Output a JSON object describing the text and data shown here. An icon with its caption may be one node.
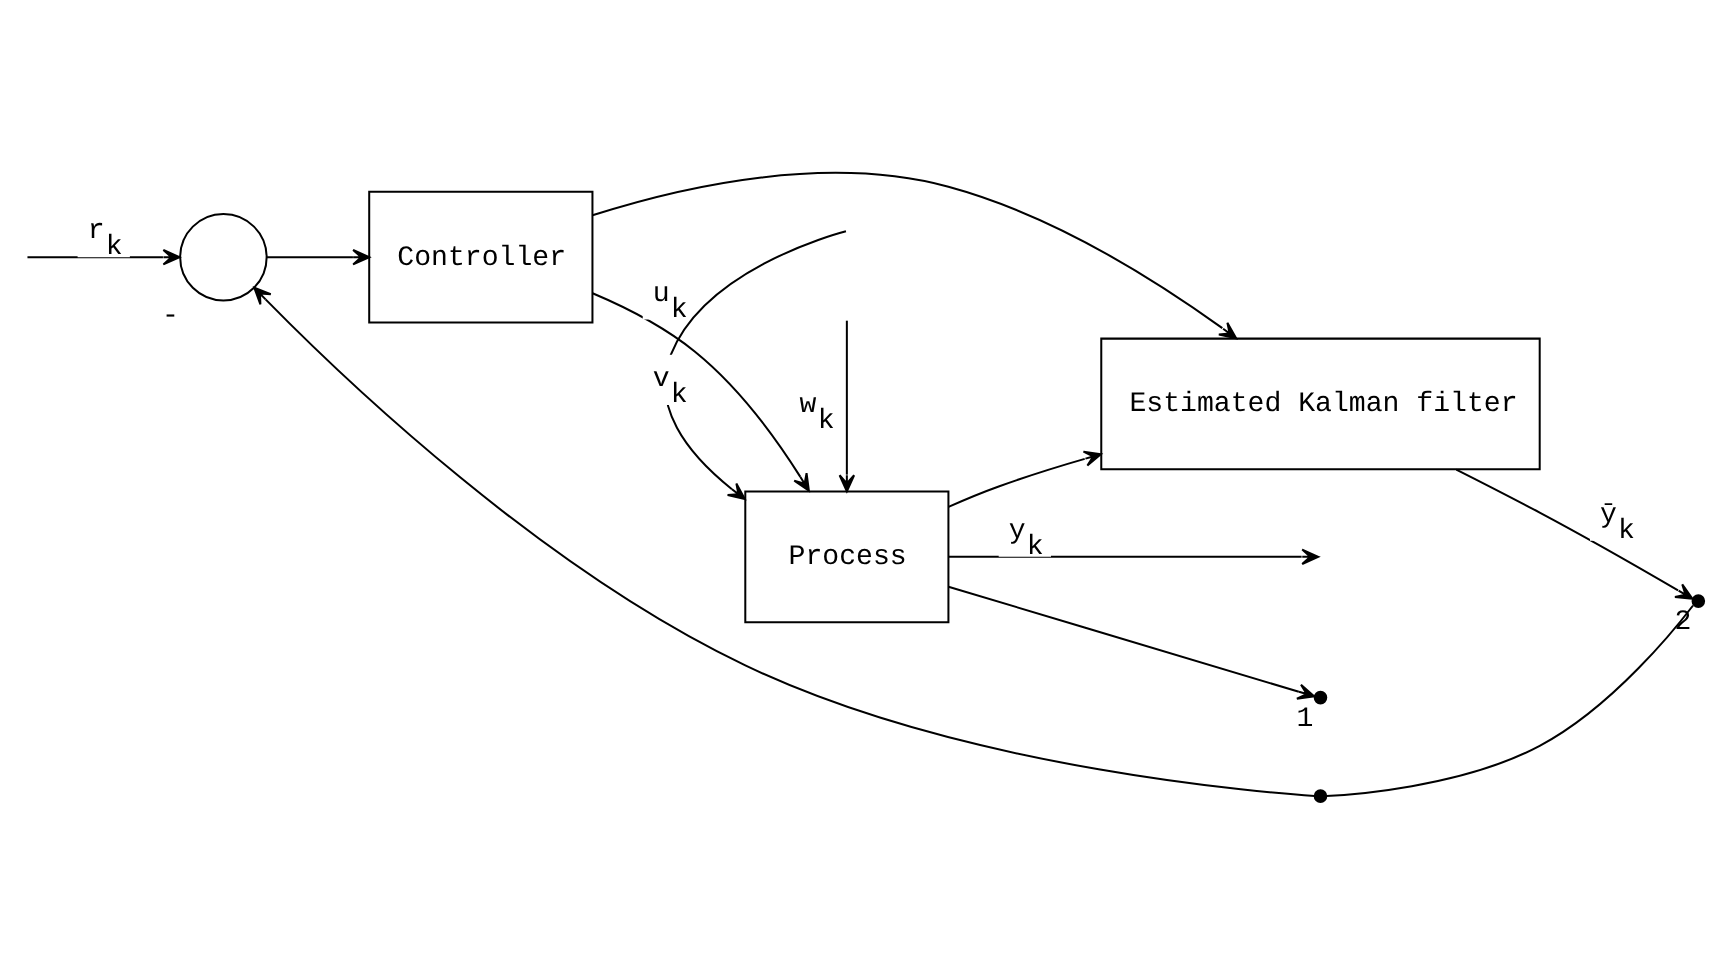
{
  "diagram": {
    "nodes": [
      {
        "text": [],
        "shape": "circle",
        "beside": [
          "-"
        ]
      },
      {
        "text": [
          "Controller"
        ]
      },
      {
        "text": [
          "Process"
        ]
      },
      {
        "text": [
          "Estimated Kalman filter"
        ]
      },
      {
        "text": [],
        "shape": "dot",
        "beside": [
          "2"
        ]
      },
      {
        "text": [],
        "shape": "dot",
        "beside": [
          "1"
        ]
      },
      {
        "text": [],
        "shape": "dot"
      }
    ],
    "edges": [
      {
        "from": null,
        "to": 0,
        "arrow": "to",
        "label": "r$_{k}$"
      },
      {
        "from": 0,
        "to": 1,
        "arrow": "to"
      },
      {
        "from": 1,
        "to": 2,
        "arrow": "to",
        "label": "u$_{k}$"
      },
      {
        "from": 1,
        "to": 3,
        "arrow": "to"
      },
      {
        "from": null,
        "to": 2,
        "arrow": "to",
        "label": "v$_{k}$"
      },
      {
        "from": 2,
        "to": null,
        "arrow": "to",
        "label": "y$_{k}$"
      },
      {
        "from": null,
        "to": 2,
        "arrow": "to",
        "label": "w$_{k}$"
      },
      {
        "from": 2,
        "to": 3,
        "arrow": "to"
      },
      {
        "from": 2,
        "to": 5,
        "arrow": "to"
      },
      {
        "from": 3,
        "to": 4,
        "arrow": "to",
        "label": "ȳ$_{k}$"
      },
      {
        "from": 6,
        "to": 4,
        "arrow": "none"
      },
      {
        "from": 6,
        "to": 0,
        "arrow": "to"
      }
    ]
  }
}
